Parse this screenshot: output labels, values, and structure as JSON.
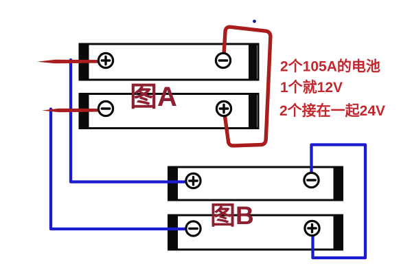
{
  "title": "battery-wiring-diagram",
  "colors": {
    "background": "#ffffff",
    "battery_black": "#0a0a0a",
    "wire_red": "#a81d1d",
    "wire_blue": "#1b1bd0",
    "wire_blue_dark": "#1a1a99",
    "label_red": "#8d2030",
    "annotation_red": "#c2272e"
  },
  "figure_a": {
    "label": "图A",
    "wire_color_name": "red",
    "batteries": [
      {
        "position": "top",
        "left_terminal": "+",
        "right_terminal": "−"
      },
      {
        "position": "bottom",
        "left_terminal": "−",
        "right_terminal": "+"
      }
    ]
  },
  "figure_b": {
    "label": "图B",
    "wire_color_name": "blue",
    "batteries": [
      {
        "position": "top",
        "left_terminal": "+",
        "right_terminal": "−"
      },
      {
        "position": "bottom",
        "left_terminal": "−",
        "right_terminal": "+"
      }
    ]
  },
  "annotations": {
    "lines": [
      "2个105A的电池",
      "1个就12V",
      "2个接在一起24V"
    ]
  },
  "terminal_signs": {
    "plus": "+",
    "minus": "−"
  }
}
